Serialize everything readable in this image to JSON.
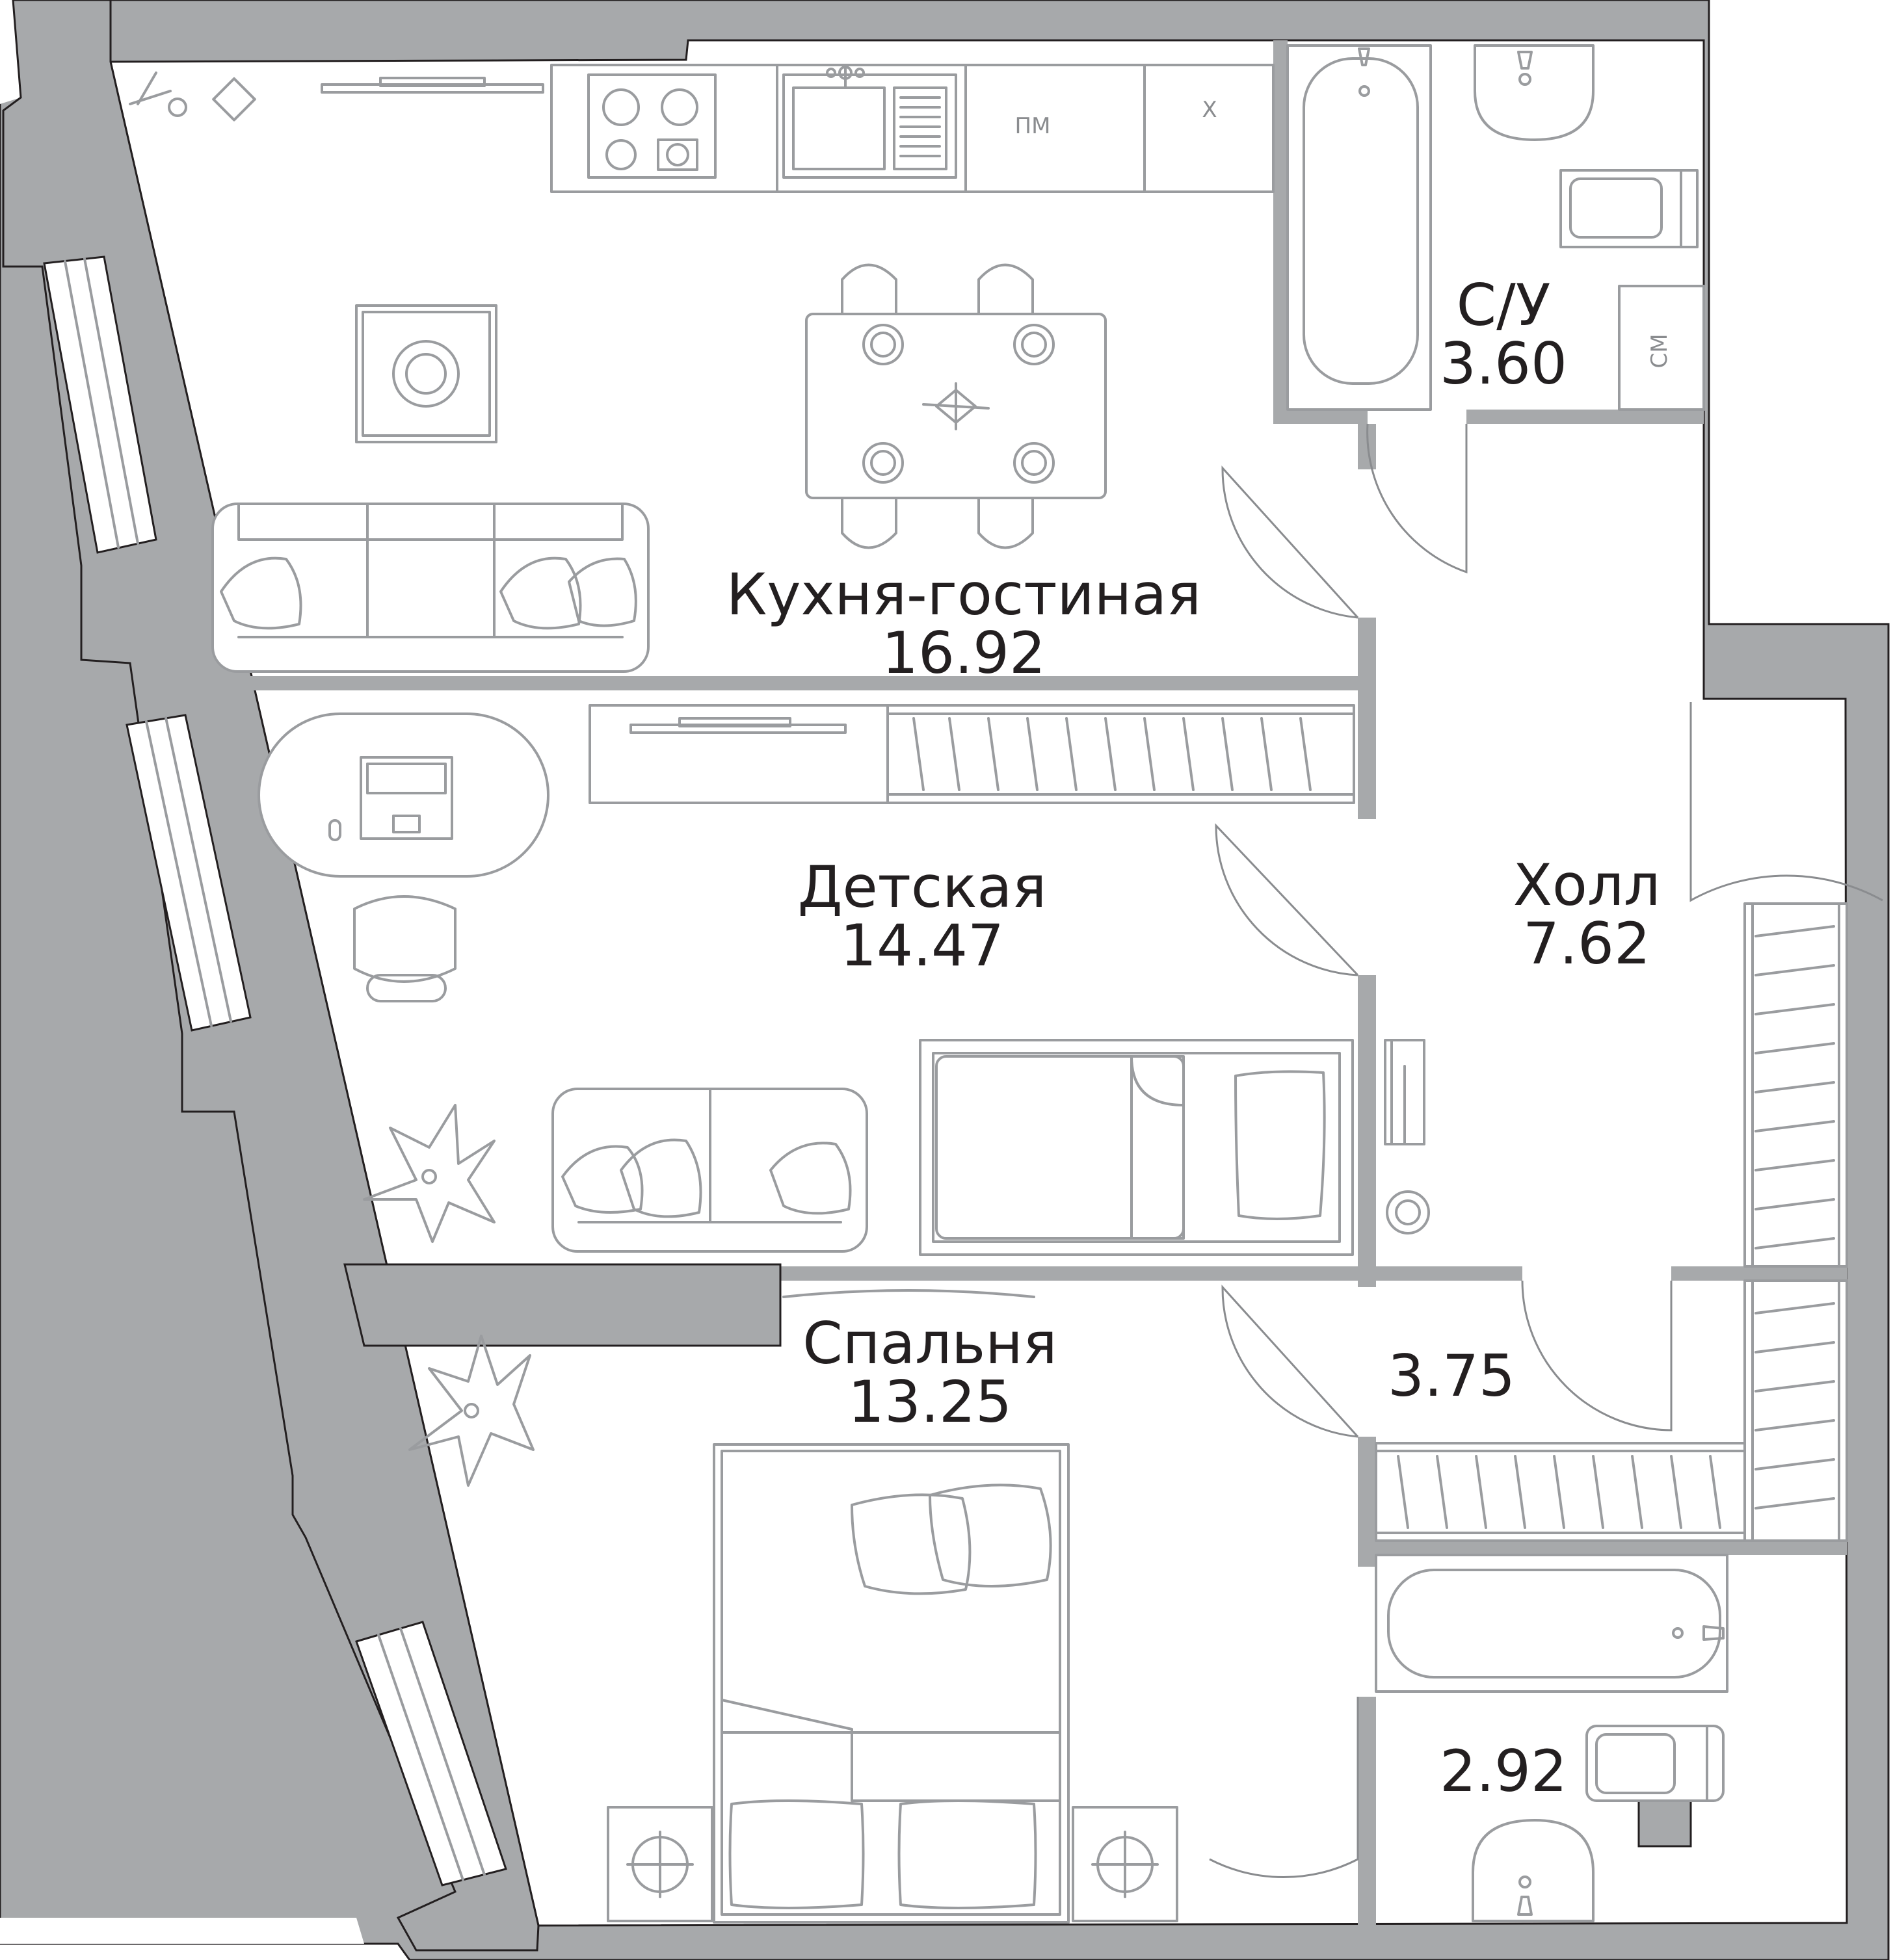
{
  "rooms": {
    "kitchen_living": {
      "name": "Кухня-гостиная",
      "area": "16.92"
    },
    "bathroom_main": {
      "name": "С/У",
      "area": "3.60"
    },
    "nursery": {
      "name": "Детская",
      "area": "14.47"
    },
    "hall": {
      "name": "Холл",
      "area": "7.62"
    },
    "corridor": {
      "area": "3.75"
    },
    "bedroom": {
      "name": "Спальня",
      "area": "13.25"
    },
    "bathroom_second": {
      "area": "2.92"
    }
  },
  "appliances": {
    "dishwasher": "ПМ",
    "fridge": "Х",
    "washer": "СМ"
  },
  "colors": {
    "wall": "#a7a9ab",
    "outline": "#231f20",
    "furniture": "#9a9c9f"
  }
}
